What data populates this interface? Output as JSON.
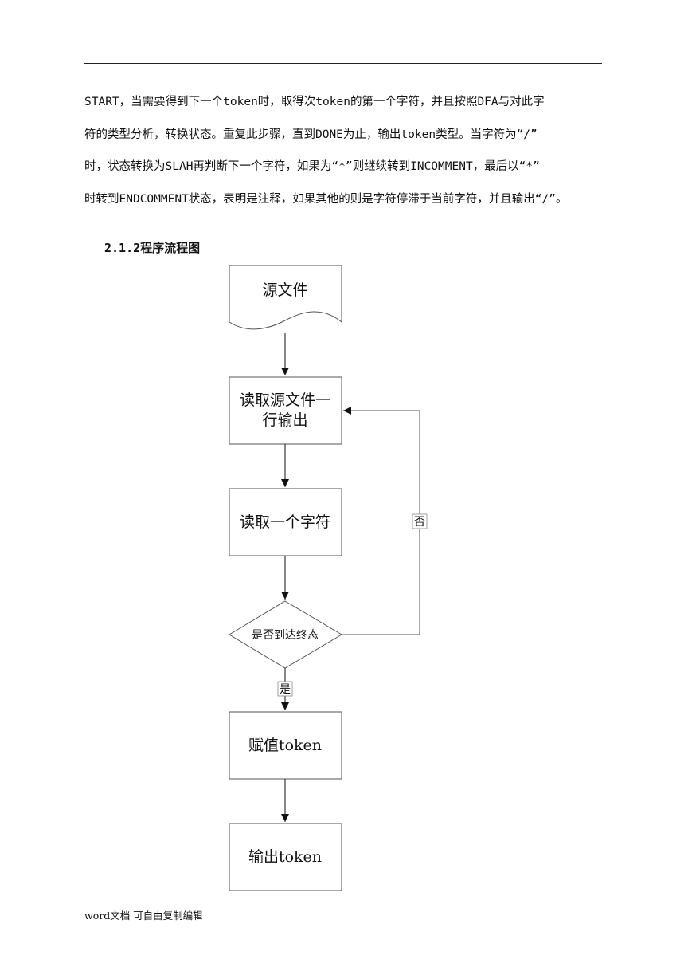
{
  "paragraph": {
    "lines": [
      "START，当需要得到下一个token时，取得次token的第一个字符，并且按照DFA与对此字",
      "符的类型分析，转换状态。重复此步骤，直到DONE为止，输出token类型。当字符为“/”",
      "时，状态转换为SLAH再判断下一个字符，如果为“*”则继续转到INCOMMENT，最后以“*”",
      "时转到ENDCOMMENT状态，表明是注释，如果其他的则是字符停滞于当前字符，并且输出“/”。"
    ]
  },
  "section_heading": "2.1.2程序流程图",
  "flowchart": {
    "source_file": "源文件",
    "read_line": [
      "读取源文件一",
      "行输出"
    ],
    "read_char": "读取一个字符",
    "decision": "是否到达终态",
    "no_label": "否",
    "yes_label": "是",
    "assign_token": "赋值token",
    "output_token": "输出token"
  },
  "footer": "word文档  可自由复制编辑"
}
